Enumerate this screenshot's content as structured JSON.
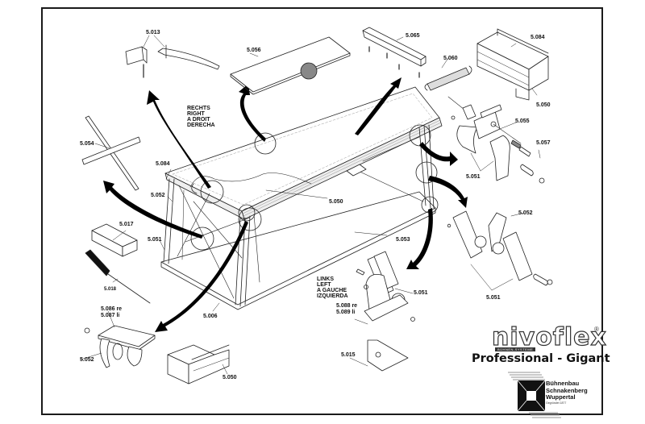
{
  "title": "Professional - Gigant",
  "brand": {
    "wordmark": "nivoflex",
    "registered": "®",
    "subtitle": "BÜHNEN-SYSTEME"
  },
  "company": {
    "lines": [
      "Bühnenbau",
      "Schnakenberg",
      "Wuppertal"
    ],
    "founded": "Gegründet 1877"
  },
  "notes": {
    "right": [
      "RECHTS",
      "RIGHT",
      "A DROIT",
      "DERECHA"
    ],
    "left": [
      "LINKS",
      "LEFT",
      "A GAUCHE",
      "IZQUIERDA"
    ]
  },
  "part_labels": {
    "p5013": "5.013",
    "p5056": "5.056",
    "p5065": "5.065",
    "p5084_top": "5.084",
    "p5060": "5.060",
    "p5050_top": "5.050",
    "p5055": "5.055",
    "p5057": "5.057",
    "p5051_right_top": "5.051",
    "p5054": "5.054",
    "p5084_frame": "5.084",
    "p5052_frame": "5.052",
    "p5050_frame": "5.050",
    "p5017": "5.017",
    "p5051_frame": "5.051",
    "p5018": "5.018",
    "p5053": "5.053",
    "p5052_right": "5.052",
    "p5051_right_bottom": "5.051",
    "p5051_left_hinge": "5.051",
    "p5088": "5.088 re",
    "p5089": "5.089 li",
    "p5006": "5.006",
    "p5086": "5.086 re",
    "p5087": "5.087 li",
    "p5052_bottom": "5.052",
    "p5050_bottom": "5.050",
    "p5015": "5.015"
  }
}
